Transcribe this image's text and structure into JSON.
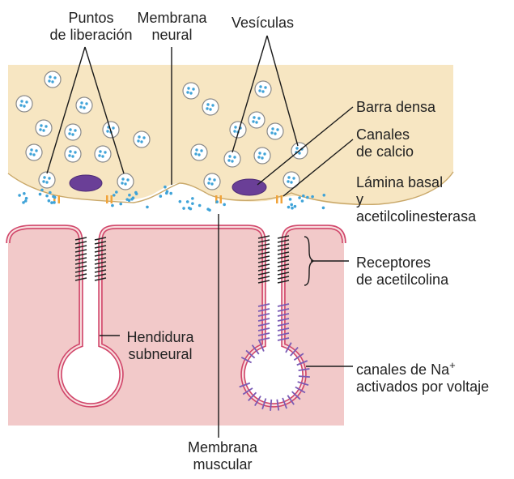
{
  "labels": {
    "release_sites": [
      "Puntos",
      "de liberación"
    ],
    "neural_membrane": [
      "Membrana",
      "neural"
    ],
    "vesicles": "Vesículas",
    "dense_bar": "Barra densa",
    "calcium_channels": [
      "Canales",
      "de calcio"
    ],
    "basal_lamina": [
      "Lámina basal",
      "y",
      "acetilcolinesterasa"
    ],
    "ach_receptors": [
      "Receptores",
      "de acetilcolina"
    ],
    "subneural_cleft": [
      "Hendidura",
      "subneural"
    ],
    "na_channels": [
      "canales de Na",
      "+",
      "activados por voltaje"
    ],
    "muscle_membrane": [
      "Membrana",
      "muscular"
    ]
  },
  "colors": {
    "nerve_terminal": "#f7e6c2",
    "muscle_fiber": "#f2c9c9",
    "membrane": "#d1476b",
    "dense_bar": "#6a3f97",
    "vesicle_dots": "#3fa3d8",
    "receptors": "#222222",
    "na_channels": "#7a5bb5",
    "calcium_channels": "#f0a33a"
  }
}
